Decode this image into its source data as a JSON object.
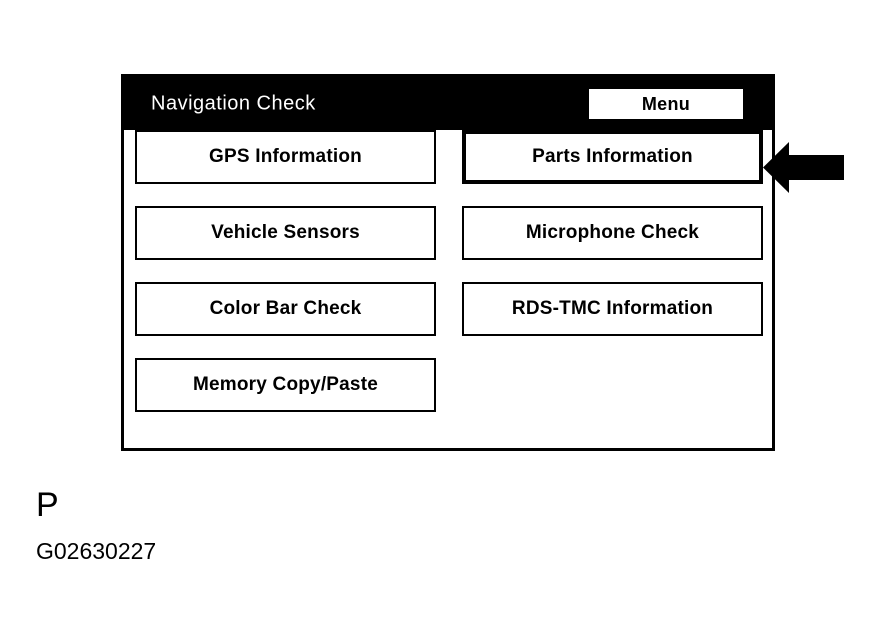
{
  "screen": {
    "title": "Navigation Check",
    "menu_button_label": "Menu",
    "title_bar_bg": "#000000",
    "title_text_color": "#ffffff",
    "frame_border_color": "#000000",
    "screen_bg": "#ffffff"
  },
  "menu": {
    "left_column": [
      {
        "label": "GPS Information",
        "selected": false
      },
      {
        "label": "Vehicle Sensors",
        "selected": false
      },
      {
        "label": "Color Bar Check",
        "selected": false
      },
      {
        "label": "Memory Copy/Paste",
        "selected": false
      }
    ],
    "right_column": [
      {
        "label": "Parts Information",
        "selected": true
      },
      {
        "label": "Microphone Check",
        "selected": false
      },
      {
        "label": "RDS-TMC Information",
        "selected": false
      }
    ]
  },
  "annotation": {
    "arrow_icon": "arrow-left-icon",
    "arrow_points_at": "Parts Information",
    "arrow_color": "#000000"
  },
  "caption": {
    "letter": "P",
    "figure_code": "G02630227"
  }
}
